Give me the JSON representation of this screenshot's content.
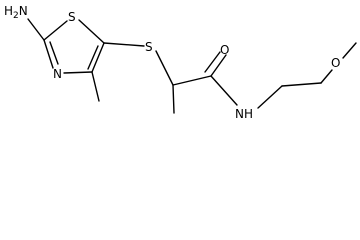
{
  "molecule": {
    "atoms": {
      "amine_n": "H",
      "amine_n_sub": "2",
      "amine_label_tail": "N",
      "ring_s": "S",
      "ring_n": "N",
      "thioether_s": "S",
      "carbonyl_o": "O",
      "amide_nh": "NH",
      "ether_o": "O"
    }
  }
}
